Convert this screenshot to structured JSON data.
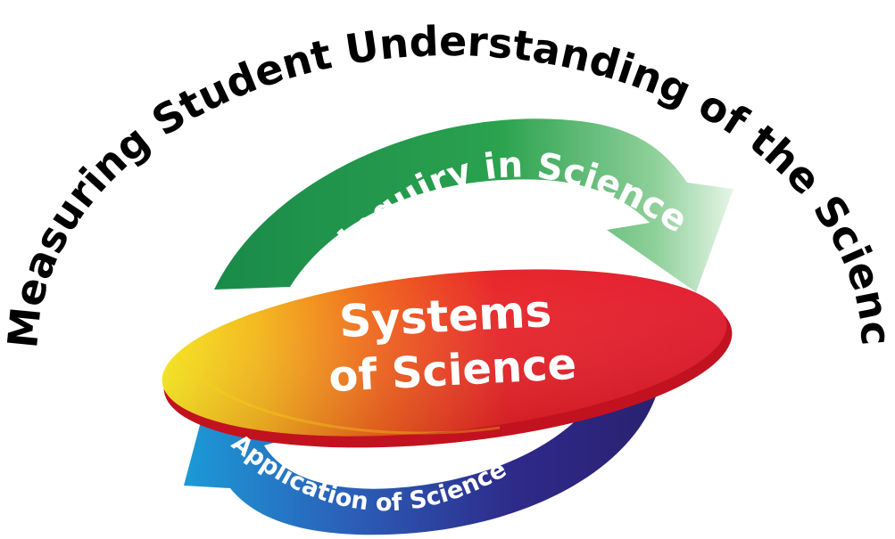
{
  "title": "Measuring Student Understanding of the Science EALRs",
  "center": {
    "line1": "Systems",
    "line2": "of Science"
  },
  "arrows": {
    "top": {
      "label": "Inquiry in Science"
    },
    "bottom": {
      "label": "Application of Science"
    }
  },
  "colors": {
    "title": "#000000",
    "inquiry_arrow_dark": "#1a8a4a",
    "inquiry_arrow_light": "#cfe9d4",
    "application_arrow_dark": "#2e2a8a",
    "application_arrow_light": "#1c9ad6",
    "ellipse_left": "#f4e41a",
    "ellipse_mid": "#f07a1c",
    "ellipse_right": "#e11b2a"
  }
}
